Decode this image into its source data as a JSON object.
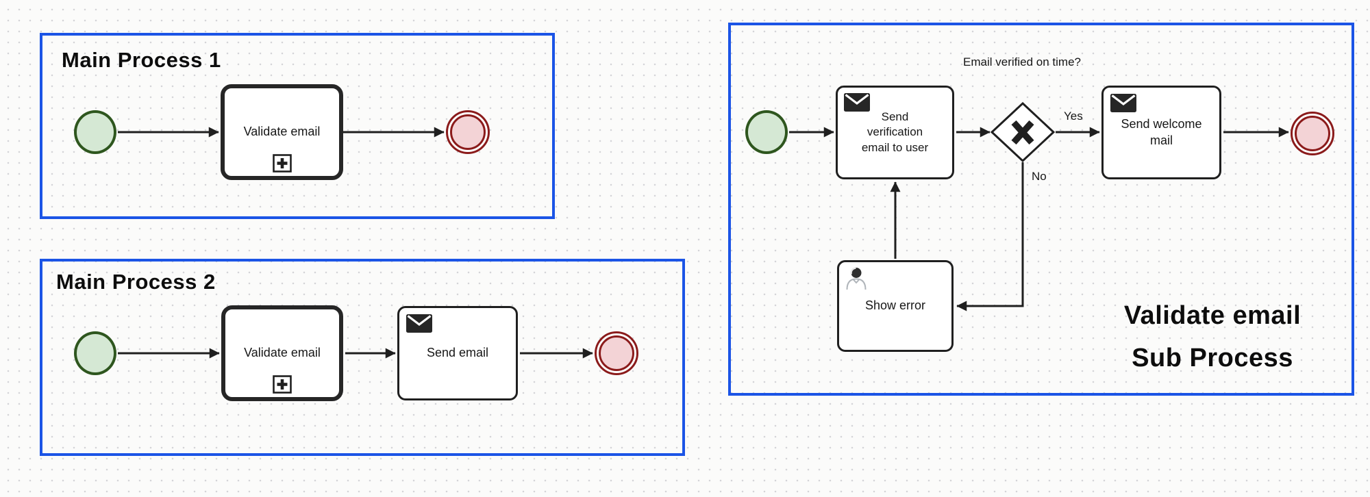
{
  "main_process_1": {
    "title": "Main Process 1",
    "tasks": {
      "validate_email": "Validate email"
    }
  },
  "main_process_2": {
    "title": "Main Process 2",
    "tasks": {
      "validate_email": "Validate email",
      "send_email": "Send email"
    }
  },
  "sub_process": {
    "title_line1": "Validate email",
    "title_line2": "Sub Process",
    "tasks": {
      "send_verification": "Send verification email to user",
      "send_welcome": "Send welcome mail",
      "show_error": "Show error"
    },
    "gateway": {
      "type": "exclusive",
      "marker": "X",
      "question": "Email verified on time?",
      "yes": "Yes",
      "no": "No"
    }
  },
  "colors": {
    "group_border_blue": "#1b54e6",
    "start_event_fill": "#d5e8d4",
    "start_event_stroke": "#2e561e",
    "end_event_fill": "#f3d3d6",
    "end_event_stroke": "#8b1b1b",
    "shape_stroke": "#1f1f1f",
    "canvas_background": "#fbfbfa"
  }
}
